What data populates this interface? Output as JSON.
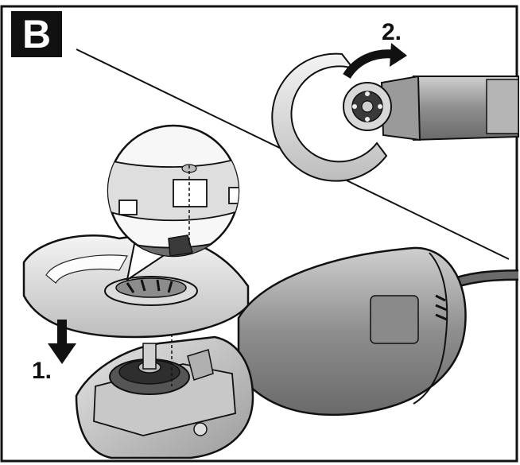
{
  "panel": {
    "badge": "B",
    "steps": [
      "1.",
      "2."
    ]
  },
  "colors": {
    "ink": "#111111",
    "housing_gray": "#9a9a9a",
    "housing_dark": "#6f6f6f",
    "housing_light": "#d4d4d4",
    "guard_light": "#ececec"
  }
}
